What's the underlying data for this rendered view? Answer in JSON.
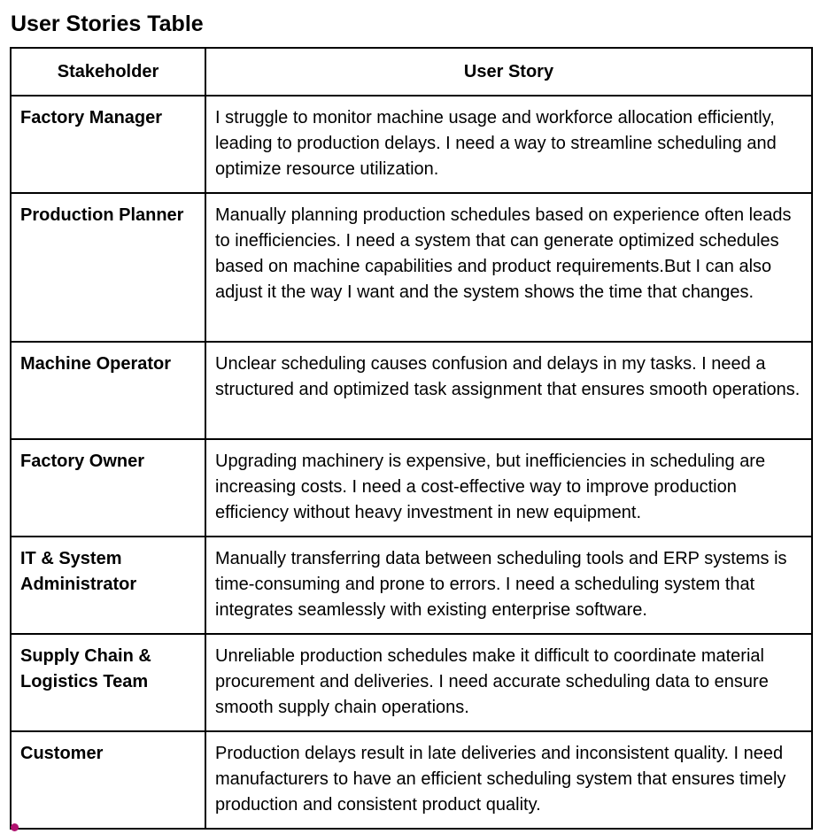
{
  "title": "User Stories Table",
  "table": {
    "headers": [
      "Stakeholder",
      "User Story"
    ],
    "rows": [
      {
        "stakeholder": "Factory Manager",
        "story": "I struggle to monitor machine usage and workforce allocation efficiently, leading to production delays. I need a way to streamline scheduling and optimize resource utilization."
      },
      {
        "stakeholder": "Production Planner",
        "story": "Manually planning production schedules based on experience often leads to inefficiencies. I need a system that can generate optimized schedules based on machine capabilities and product requirements.But I can also adjust it the way I want and the system shows the time that changes."
      },
      {
        "stakeholder": "Machine Operator",
        "story": "Unclear scheduling causes confusion and delays in my tasks. I need a structured and optimized task assignment that ensures smooth operations."
      },
      {
        "stakeholder": "Factory Owner",
        "story": "Upgrading machinery is expensive, but inefficiencies in scheduling are increasing costs. I need a cost-effective way to improve production efficiency without heavy investment in new equipment."
      },
      {
        "stakeholder": "IT & System Administrator",
        "story": "Manually transferring data between scheduling tools and ERP systems is time-consuming and prone to errors. I need a scheduling system that integrates seamlessly with existing enterprise software."
      },
      {
        "stakeholder": "Supply Chain & Logistics Team",
        "story": "Unreliable production schedules make it difficult to coordinate material procurement and deliveries. I need accurate scheduling data to ensure smooth supply chain operations."
      },
      {
        "stakeholder": "Customer",
        "story": "Production delays result in late deliveries and inconsistent quality. I need manufacturers to have an efficient scheduling system that ensures timely production and consistent product quality."
      }
    ]
  },
  "colors": {
    "text": "#000000",
    "border": "#000000",
    "marker": "#b0126f"
  }
}
